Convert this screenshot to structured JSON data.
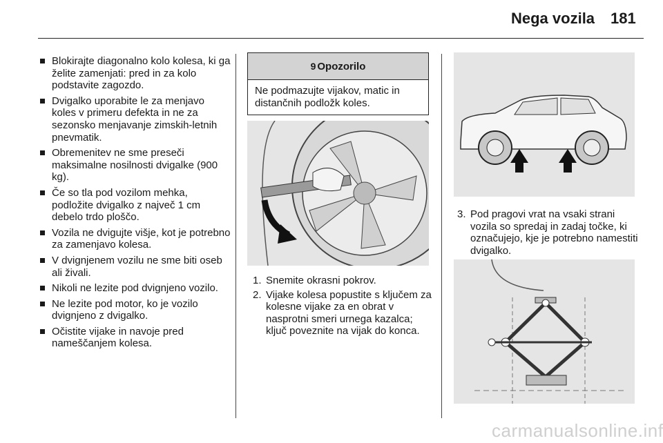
{
  "header": {
    "section_title": "Nega vozila",
    "page_number": "181"
  },
  "left_column": {
    "bullets": [
      "Blokirajte diagonalno kolo kolesa, ki ga želite zamenjati: pred in za kolo podstavite zagozdo.",
      "Dvigalko uporabite le za menjavo koles v primeru defekta in ne za sezonsko menjavanje zimskih-letnih pnevmatik.",
      "Obremenitev ne sme preseči maksimalne nosilnosti dvigalke (900 kg).",
      "Če so tla pod vozilom mehka, podložite dvigalko z največ 1 cm debelo trdo ploščo.",
      "Vozila ne dvigujte višje, kot je potrebno za zamenjavo kolesa.",
      "V dvignjenem vozilu ne sme biti oseb ali živali.",
      "Nikoli ne lezite pod dvignjeno vozilo.",
      "Ne lezite pod motor, ko je vozilo dvignjeno z dvigalko.",
      "Očistite vijake in navoje pred nameščanjem kolesa."
    ]
  },
  "warning": {
    "icon": "warning-triangle-icon",
    "symbol": "9",
    "title": "Opozorilo",
    "text": "Ne podmazujte vijakov, matic in distančnih podložk koles."
  },
  "middle_steps": [
    {
      "num": "1.",
      "text": "Snemite okrasni pokrov."
    },
    {
      "num": "2.",
      "text": "Vijake kolesa popustite s ključem za kolesne vijake za en obrat v nasprotni smeri urnega kazalca; ključ poveznite na vijak do konca."
    }
  ],
  "right_steps": [
    {
      "num": "3.",
      "text": "Pod pragovi vrat na vsaki strani vozila so spredaj in zadaj točke, ki označujejo, kje je potrebno namestiti dvigalko."
    }
  ],
  "watermark": "carmanualsonline.info",
  "colors": {
    "figure_bg": "#e5e5e5",
    "warning_head_bg": "#d3d3d3",
    "text": "#1a1a1a"
  }
}
